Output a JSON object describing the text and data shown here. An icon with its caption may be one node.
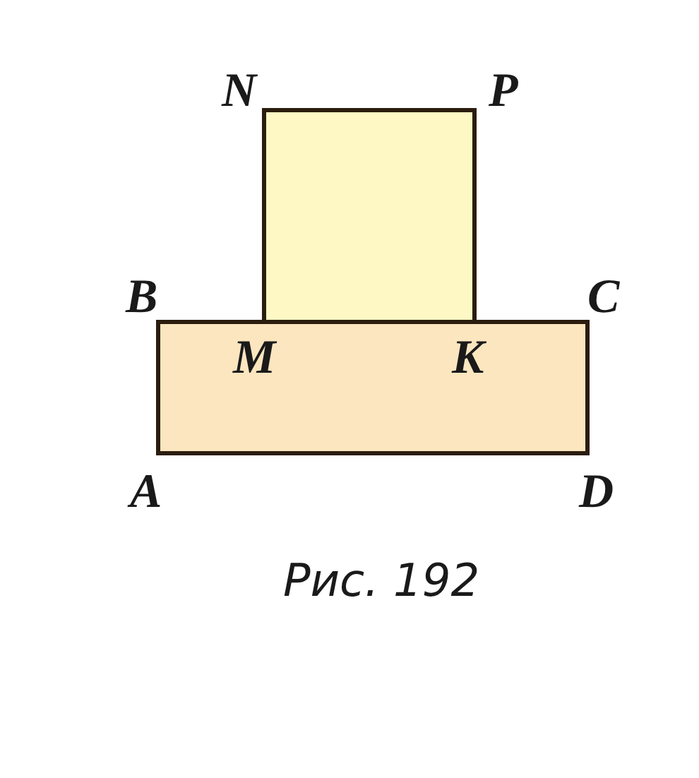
{
  "diagram": {
    "caption": "Рис. 192",
    "labels": [
      "N",
      "P",
      "B",
      "C",
      "M",
      "K",
      "A",
      "D"
    ]
  }
}
